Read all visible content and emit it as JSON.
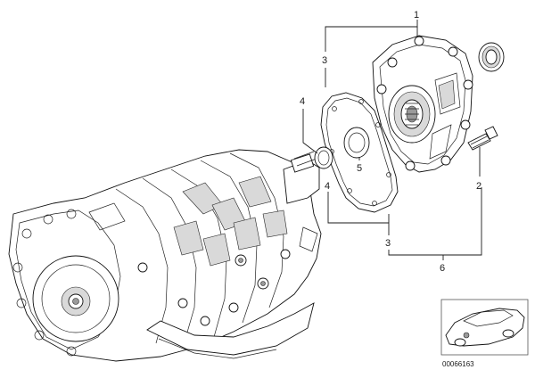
{
  "diagram": {
    "part_labels": {
      "p1": "1",
      "p2": "2",
      "p3a": "3",
      "p3b": "3",
      "p4a": "4",
      "p4b": "4",
      "p5": "5",
      "p6": "6"
    },
    "image_id": "00066163"
  }
}
